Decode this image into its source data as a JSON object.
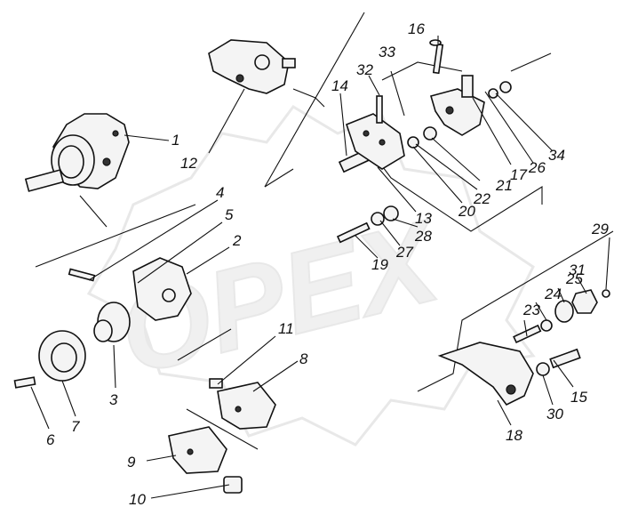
{
  "watermark": {
    "text": "OPEX"
  },
  "callouts": [
    {
      "id": "c1",
      "text": "1"
    },
    {
      "id": "c2",
      "text": "2"
    },
    {
      "id": "c3",
      "text": "3"
    },
    {
      "id": "c4",
      "text": "4"
    },
    {
      "id": "c5",
      "text": "5"
    },
    {
      "id": "c6",
      "text": "6"
    },
    {
      "id": "c7",
      "text": "7"
    },
    {
      "id": "c8",
      "text": "8"
    },
    {
      "id": "c9",
      "text": "9"
    },
    {
      "id": "c10",
      "text": "10"
    },
    {
      "id": "c11",
      "text": "11"
    },
    {
      "id": "c12",
      "text": "12"
    },
    {
      "id": "c13",
      "text": "13"
    },
    {
      "id": "c14",
      "text": "14"
    },
    {
      "id": "c15",
      "text": "15"
    },
    {
      "id": "c16",
      "text": "16"
    },
    {
      "id": "c17",
      "text": "17"
    },
    {
      "id": "c18",
      "text": "18"
    },
    {
      "id": "c19",
      "text": "19"
    },
    {
      "id": "c20",
      "text": "20"
    },
    {
      "id": "c21",
      "text": "21"
    },
    {
      "id": "c22",
      "text": "22"
    },
    {
      "id": "c23",
      "text": "23"
    },
    {
      "id": "c24",
      "text": "24"
    },
    {
      "id": "c25",
      "text": "25"
    },
    {
      "id": "c26",
      "text": "26"
    },
    {
      "id": "c27",
      "text": "27"
    },
    {
      "id": "c28",
      "text": "28"
    },
    {
      "id": "c29",
      "text": "29"
    },
    {
      "id": "c30",
      "text": "30"
    },
    {
      "id": "c31",
      "text": "31"
    },
    {
      "id": "c32",
      "text": "32"
    },
    {
      "id": "c33",
      "text": "33"
    },
    {
      "id": "c34",
      "text": "34"
    }
  ]
}
